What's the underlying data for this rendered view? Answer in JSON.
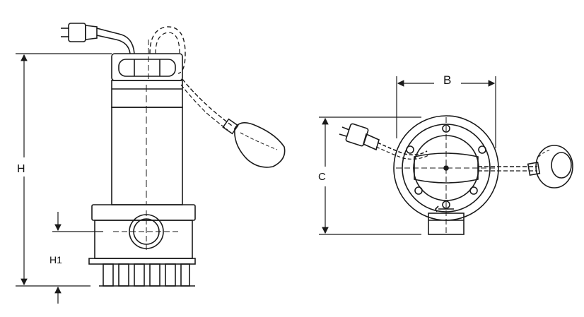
{
  "dimensions": {
    "h": "H",
    "h1": "H1",
    "b": "B",
    "c": "C"
  },
  "colors": {
    "line": "#1a1a1a",
    "background": "#ffffff"
  },
  "views": [
    "side-view",
    "top-view"
  ]
}
